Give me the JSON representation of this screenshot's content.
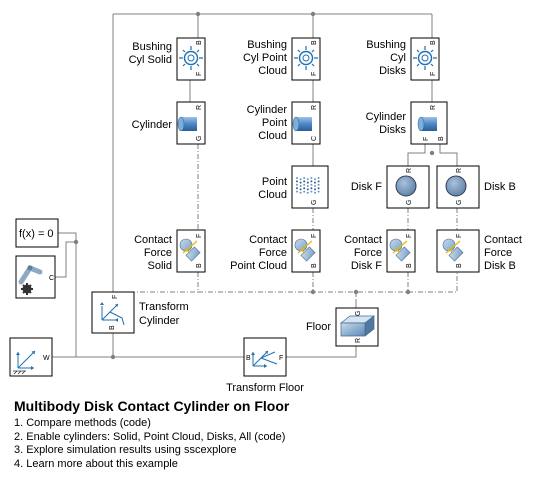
{
  "model": {
    "title": "Multibody Disk Contact Cylinder on Floor",
    "links": [
      "1. Compare methods (code)",
      "2. Enable cylinders: Solid, Point Cloud, Disks, All (code)",
      "3. Explore simulation results using sscexplore",
      "4. Learn more about this example"
    ]
  },
  "blocks": {
    "fx": {
      "text": "f(x) = 0"
    },
    "bushing_solid": {
      "label": [
        "Bushing",
        "Cyl Solid"
      ],
      "ports": [
        "B",
        "F"
      ]
    },
    "bushing_pc": {
      "label": [
        "Bushing",
        "Cyl Point",
        "Cloud"
      ],
      "ports": [
        "B",
        "F"
      ]
    },
    "bushing_disks": {
      "label": [
        "Bushing",
        "Cyl",
        "Disks"
      ],
      "ports": [
        "B",
        "F"
      ]
    },
    "cylinder": {
      "label": [
        "Cylinder"
      ],
      "ports": [
        "R",
        "G"
      ]
    },
    "cylinder_pc": {
      "label": [
        "Cylinder",
        "Point",
        "Cloud"
      ],
      "ports": [
        "R",
        "C"
      ]
    },
    "cylinder_disks": {
      "label": [
        "Cylinder",
        "Disks"
      ],
      "ports": [
        "R",
        "F",
        "B"
      ]
    },
    "point_cloud": {
      "label": [
        "Point",
        "Cloud"
      ],
      "ports": [
        "G"
      ]
    },
    "disk_f": {
      "label": [
        "Disk F"
      ],
      "ports": [
        "R",
        "G"
      ]
    },
    "disk_b": {
      "label": [
        "Disk B"
      ],
      "ports": [
        "R",
        "G"
      ]
    },
    "cf_solid": {
      "label": [
        "Contact",
        "Force",
        "Solid"
      ],
      "ports": [
        "F",
        "B"
      ]
    },
    "cf_pc": {
      "label": [
        "Contact",
        "Force",
        "Point Cloud"
      ],
      "ports": [
        "F",
        "B"
      ]
    },
    "cf_disk_f": {
      "label": [
        "Contact",
        "Force",
        "Disk F"
      ],
      "ports": [
        "F",
        "B"
      ]
    },
    "cf_disk_b": {
      "label": [
        "Contact",
        "Force",
        "Disk B"
      ],
      "ports": [
        "F",
        "B"
      ]
    },
    "transform_cyl": {
      "label": [
        "Transform",
        "Cylinder"
      ],
      "ports": [
        "F",
        "B"
      ]
    },
    "floor": {
      "label": [
        "Floor"
      ],
      "ports": [
        "G",
        "R"
      ]
    },
    "world": {
      "ports": [
        "W"
      ]
    },
    "mech_config": {
      "ports": [
        "C"
      ]
    },
    "transform_floor": {
      "label": [
        "Transform Floor"
      ],
      "ports": [
        "B",
        "F"
      ]
    }
  },
  "colors": {
    "line": "#808080",
    "cylinder_fill": "#5a8fc6",
    "disk_fill": "#6f90b5",
    "arrow": "#1f6fb2"
  }
}
